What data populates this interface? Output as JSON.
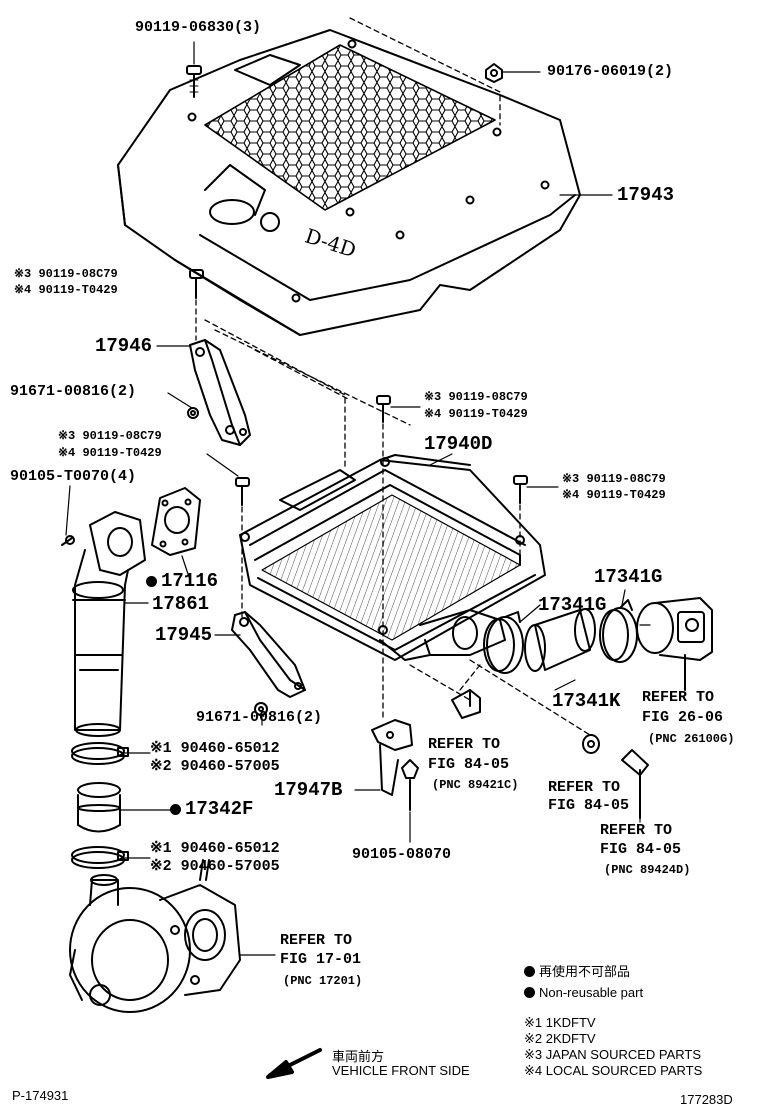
{
  "labels": {
    "bolt_top": "90119-06830(3)",
    "nut_top": "90176-06019(2)",
    "cover": "17943",
    "bolt_bracket_a1": "※3 90119-08C79",
    "bolt_bracket_a2": "※4 90119-T0429",
    "bracket_upper": "17946",
    "nut_bracket_upper": "91671-00816(2)",
    "bolt_ic_top1": "※3 90119-08C79",
    "bolt_ic_top2": "※4 90119-T0429",
    "intercooler": "17940D",
    "bolt_left1": "※3 90119-08C79",
    "bolt_left2": "※4 90119-T0429",
    "bolt_right1": "※3 90119-08C79",
    "bolt_right2": "※4 90119-T0429",
    "screw_pipe": "90105-T0070(4)",
    "gasket": "17116",
    "pipe": "17861",
    "bracket_lower": "17945",
    "clamp_a": "17341G",
    "clamp_b": "17341G",
    "hose_k": "17341K",
    "nut_bracket_lower": "91671-00816(2)",
    "clamp_upper1": "※1 90460-65012",
    "clamp_upper2": "※2 90460-57005",
    "hose_f": "17342F",
    "clamp_lower1": "※1 90460-65012",
    "clamp_lower2": "※2 90460-57005",
    "bracket_sensor": "17947B",
    "screw_sensor": "90105-08070"
  },
  "refs": {
    "throttle": [
      "REFER TO",
      "FIG 26-06",
      "(PNC 26100G)"
    ],
    "sensor_a": [
      "REFER TO",
      "FIG 84-05",
      "(PNC 89421C)"
    ],
    "sensor_b": [
      "REFER TO",
      "FIG 84-05"
    ],
    "sensor_c": [
      "REFER TO",
      "FIG 84-05",
      "(PNC 89424D)"
    ],
    "turbo": [
      "REFER TO",
      "FIG 17-01",
      "(PNC 17201)"
    ]
  },
  "legend": {
    "nonreusable_jp": "再使用不可部品",
    "nonreusable_en": "Non-reusable part",
    "note1": "※1 1KDFTV",
    "note2": "※2 2KDFTV",
    "note3": "※3 JAPAN SOURCED PARTS",
    "note4": "※4 LOCAL SOURCED PARTS"
  },
  "footer": {
    "direction_jp": "車両前方",
    "direction_en": "VEHICLE FRONT SIDE",
    "page_code": "P-174931",
    "figure_code": "177283D"
  }
}
